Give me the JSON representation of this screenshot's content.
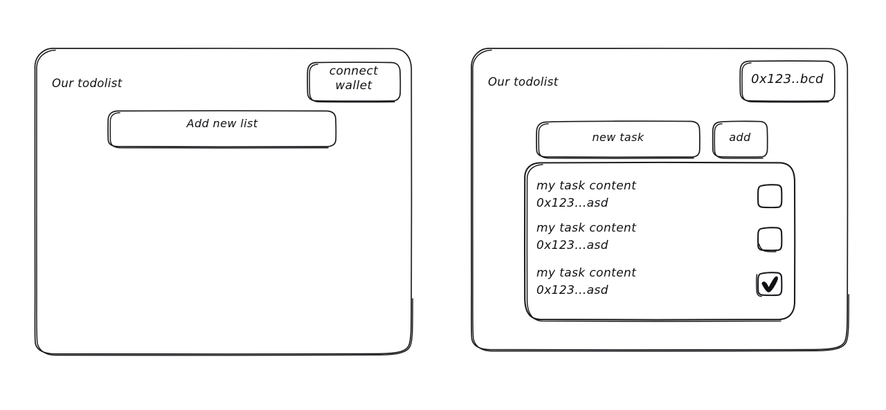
{
  "meta": {
    "style": "hand-drawn wireframe",
    "background_color": "#ffffff",
    "stroke_color": "#1b1b1f"
  },
  "panels": [
    {
      "id": "disconnected-state",
      "title": "Our todolist",
      "wallet_button": {
        "line1": "connect",
        "line2": "wallet"
      },
      "add_list_button": {
        "label": "Add new list"
      }
    },
    {
      "id": "connected-state",
      "title": "Our todolist",
      "wallet_badge": {
        "label": "0x123..bcd"
      },
      "new_task_input": {
        "value": "new task"
      },
      "add_button": {
        "label": "add"
      },
      "task_list": {
        "tasks": [
          {
            "content": "my task content",
            "address": "0x123...asd",
            "done": false
          },
          {
            "content": "my task content",
            "address": "0x123...asd",
            "done": false
          },
          {
            "content": "my task content",
            "address": "0x123...asd",
            "done": true
          }
        ]
      }
    }
  ]
}
